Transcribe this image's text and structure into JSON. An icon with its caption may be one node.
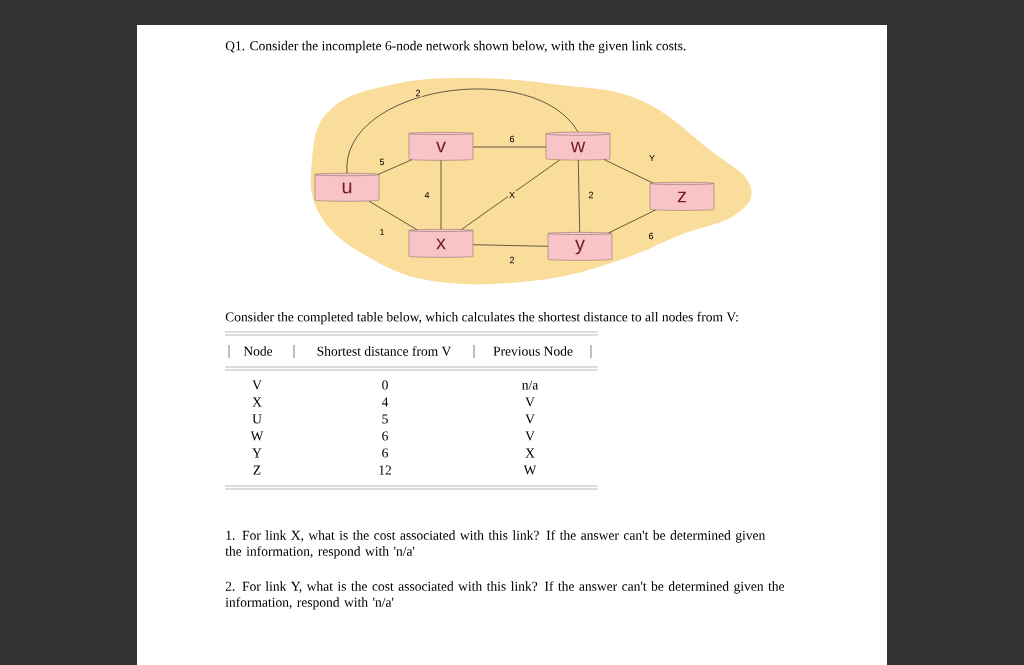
{
  "diagram": {
    "title": "Q1. Consider the incomplete 6-node network shown below, with the given link costs.",
    "nodes": [
      {
        "text": [
          "v"
        ]
      },
      {
        "text": [
          "w"
        ]
      },
      {
        "text": [
          "u"
        ]
      },
      {
        "text": [
          "z"
        ]
      },
      {
        "text": [
          "x"
        ]
      },
      {
        "text": [
          "y"
        ]
      }
    ],
    "edges": [
      {
        "from": 2,
        "to": 1,
        "arrow": "none",
        "label": "2"
      },
      {
        "from": 2,
        "to": 0,
        "arrow": "none",
        "label": "5"
      },
      {
        "from": 0,
        "to": 1,
        "arrow": "none",
        "label": "6"
      },
      {
        "from": 0,
        "to": 4,
        "arrow": "none",
        "label": "4"
      },
      {
        "from": 4,
        "to": 1,
        "arrow": "none",
        "label": "X"
      },
      {
        "from": 1,
        "to": 5,
        "arrow": "none",
        "label": "2"
      },
      {
        "from": 1,
        "to": 3,
        "arrow": "none",
        "label": "Y"
      },
      {
        "from": 2,
        "to": 4,
        "arrow": "none",
        "label": "1"
      },
      {
        "from": 4,
        "to": 5,
        "arrow": "none",
        "label": "2"
      },
      {
        "from": 5,
        "to": 3,
        "arrow": "none",
        "label": "6"
      }
    ],
    "labels": [
      "Consider the completed table below, which calculates the shortest distance to all nodes from V:",
      "Node",
      "Shortest distance from V",
      "Previous Node",
      "V",
      "0",
      "n/a",
      "X",
      "4",
      "V",
      "U",
      "5",
      "V",
      "W",
      "6",
      "V",
      "Y",
      "6",
      "X",
      "Z",
      "12",
      "W",
      "1. For link X, what is the cost associated with this link? If the answer can't be determined given the information, respond with 'n/a'",
      "2. For link Y, what is the cost associated with this link? If the answer can't be determined given the information, respond with 'n/a'"
    ]
  }
}
